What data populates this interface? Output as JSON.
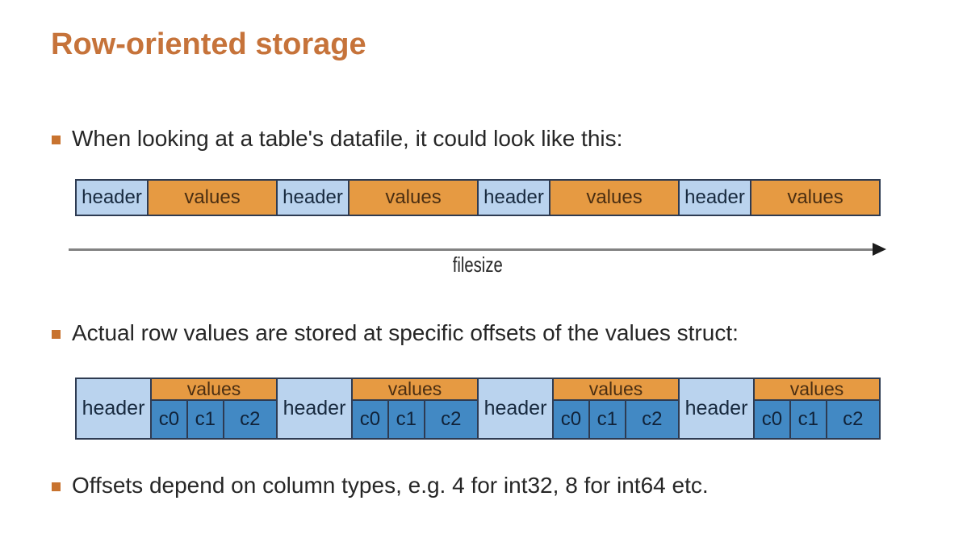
{
  "title": "Row-oriented storage",
  "bullets": [
    "When looking at a table's datafile, it could look like this:",
    "Actual row values are stored at specific offsets of the values struct:",
    "Offsets depend on column types, e.g. 4 for int32, 8 for int64 etc."
  ],
  "diagram1": {
    "axis_label": "filesize",
    "groups": [
      {
        "header": "header",
        "values": "values"
      },
      {
        "header": "header",
        "values": "values"
      },
      {
        "header": "header",
        "values": "values"
      },
      {
        "header": "header",
        "values": "values"
      }
    ]
  },
  "diagram2": {
    "groups": [
      {
        "header": "header",
        "values": "values",
        "columns": [
          "c0",
          "c1",
          "c2"
        ]
      },
      {
        "header": "header",
        "values": "values",
        "columns": [
          "c0",
          "c1",
          "c2"
        ]
      },
      {
        "header": "header",
        "values": "values",
        "columns": [
          "c0",
          "c1",
          "c2"
        ]
      },
      {
        "header": "header",
        "values": "values",
        "columns": [
          "c0",
          "c1",
          "c2"
        ]
      }
    ]
  },
  "colors": {
    "title": "#C6733A",
    "bullet_marker": "#C8732F",
    "text": "#262626",
    "header_cell": "#BAD3EE",
    "header_text": "#17293E",
    "values_cell": "#E69A42",
    "values_text": "#4A2E12",
    "column_cell": "#4289C4",
    "column_text": "#102238",
    "cell_border": "#2E3B52",
    "arrow": "#828282"
  }
}
